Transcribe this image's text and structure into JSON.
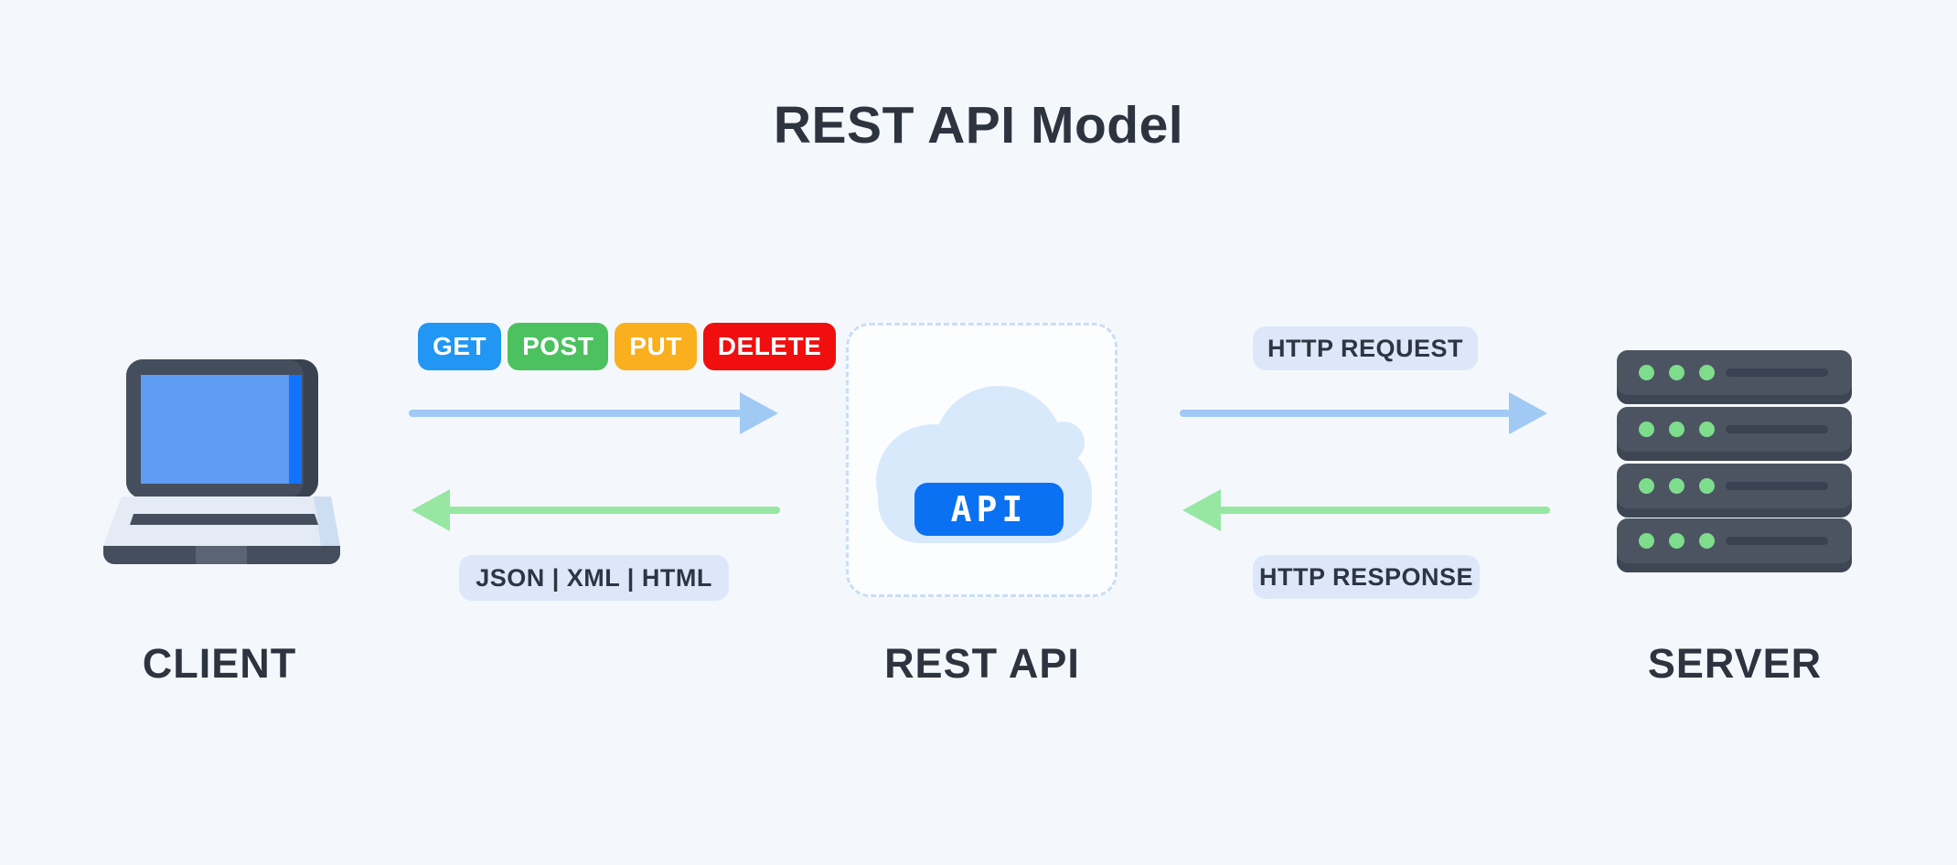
{
  "title": "REST API Model",
  "nodes": {
    "client": {
      "label": "CLIENT",
      "icon": "laptop-icon"
    },
    "rest_api": {
      "label": "REST API",
      "badge": "API",
      "icon": "cloud-icon"
    },
    "server": {
      "label": "SERVER",
      "icon": "server-icon"
    }
  },
  "flow_left": {
    "methods": [
      {
        "label": "GET",
        "color": "#2196F3"
      },
      {
        "label": "POST",
        "color": "#4CC15F"
      },
      {
        "label": "PUT",
        "color": "#F9AF1E"
      },
      {
        "label": "DELETE",
        "color": "#F10E0E"
      }
    ],
    "response_formats": "JSON | XML | HTML"
  },
  "flow_right": {
    "request_label": "HTTP REQUEST",
    "response_label": "HTTP RESPONSE"
  },
  "colors": {
    "background": "#F4F8FC",
    "text_dark": "#2D3440",
    "request_arrow": "#A0C9F4",
    "response_arrow": "#97E7A3",
    "info_pill_bg": "#DCE8FA",
    "api_badge_bg": "#0A71F2",
    "cloud": "#D7E9FB",
    "dashed_border": "#C9DEF6"
  }
}
